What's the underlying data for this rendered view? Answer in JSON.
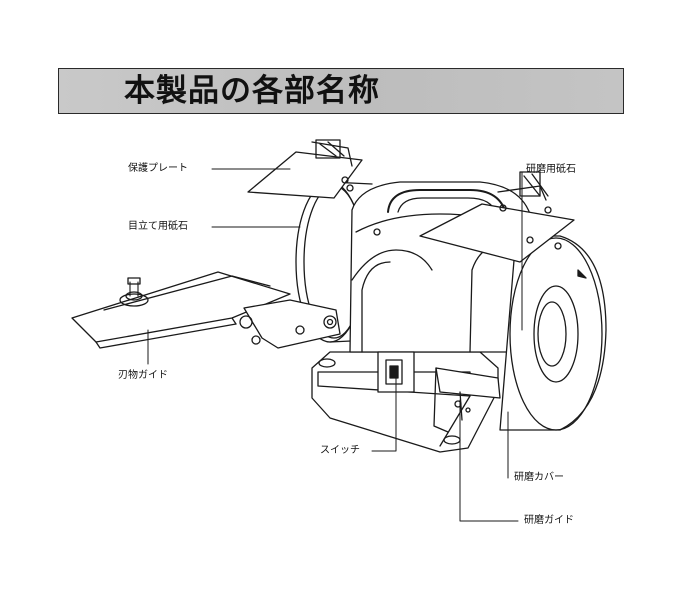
{
  "title": "本製品の各部名称",
  "labels": {
    "guard_plate": "保護プレート",
    "setting_wheel": "目立て用砥石",
    "blade_guide": "刃物ガイド",
    "switch": "スイッチ",
    "grinding_wheel": "研磨用砥石",
    "grinding_cover": "研磨カバー",
    "grinding_guide": "研磨ガイド"
  }
}
